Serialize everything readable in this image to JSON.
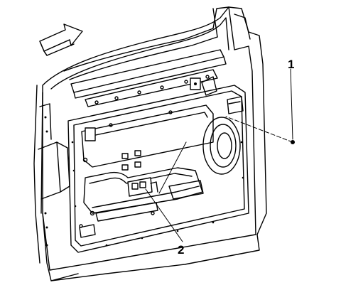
{
  "callouts": [
    {
      "label": "1",
      "part": "door-trim-panel-screw"
    },
    {
      "label": "2",
      "part": "door-lock-switch-connector"
    }
  ],
  "direction_arrow": {
    "icon": "direction-arrow-icon",
    "points": "front-of-vehicle"
  },
  "line_color": "#000000",
  "background_color": "#ffffff"
}
